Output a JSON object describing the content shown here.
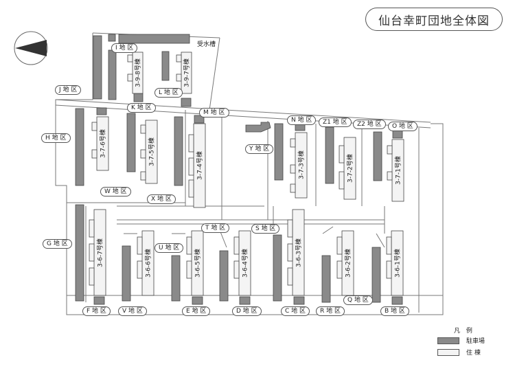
{
  "title": "仙台幸町団地全体図",
  "colors": {
    "parking": "#8a8a8a",
    "building": "#f4f4f4",
    "line": "#666666"
  },
  "icons": {
    "north": "north-arrow-icon"
  },
  "water_tank": "受水槽",
  "districts": {
    "I": "I 地 区",
    "J": "J 地 区",
    "K": "K 地 区",
    "L": "L 地 区",
    "M": "M 地 区",
    "N": "N 地 区",
    "Z1": "Z1 地 区",
    "Z2": "Z2 地 区",
    "O": "O 地 区",
    "H": "H 地 区",
    "W": "W 地 区",
    "X": "X 地 区",
    "Y": "Y 地 区",
    "G": "G 地 区",
    "T": "T 地 区",
    "S": "S 地 区",
    "U": "U 地 区",
    "Q": "Q 地 区",
    "F": "F 地 区",
    "V": "V 地 区",
    "E": "E 地 区",
    "D": "D 地 区",
    "C": "C 地 区",
    "R": "R 地 区",
    "B": "B 地 区"
  },
  "buildings": {
    "b398": "3-9-8号棟",
    "b397": "3-9-7号棟",
    "b376": "3-7-6号棟",
    "b375": "3-7-5号棟",
    "b374": "3-7-4号棟",
    "b373": "3-7-3号棟",
    "b372": "3-7-2号棟",
    "b371": "3-7-1号棟",
    "b367": "3-6-7号棟",
    "b366": "3-6-6号棟",
    "b365": "3-6-5号棟",
    "b364": "3-6-4号棟",
    "b363": "3-6-3号棟",
    "b362": "3-6-2号棟",
    "b361": "3-6-1号棟"
  },
  "legend": {
    "title": "凡 例",
    "parking": "駐車場",
    "residential": "住 棟"
  }
}
